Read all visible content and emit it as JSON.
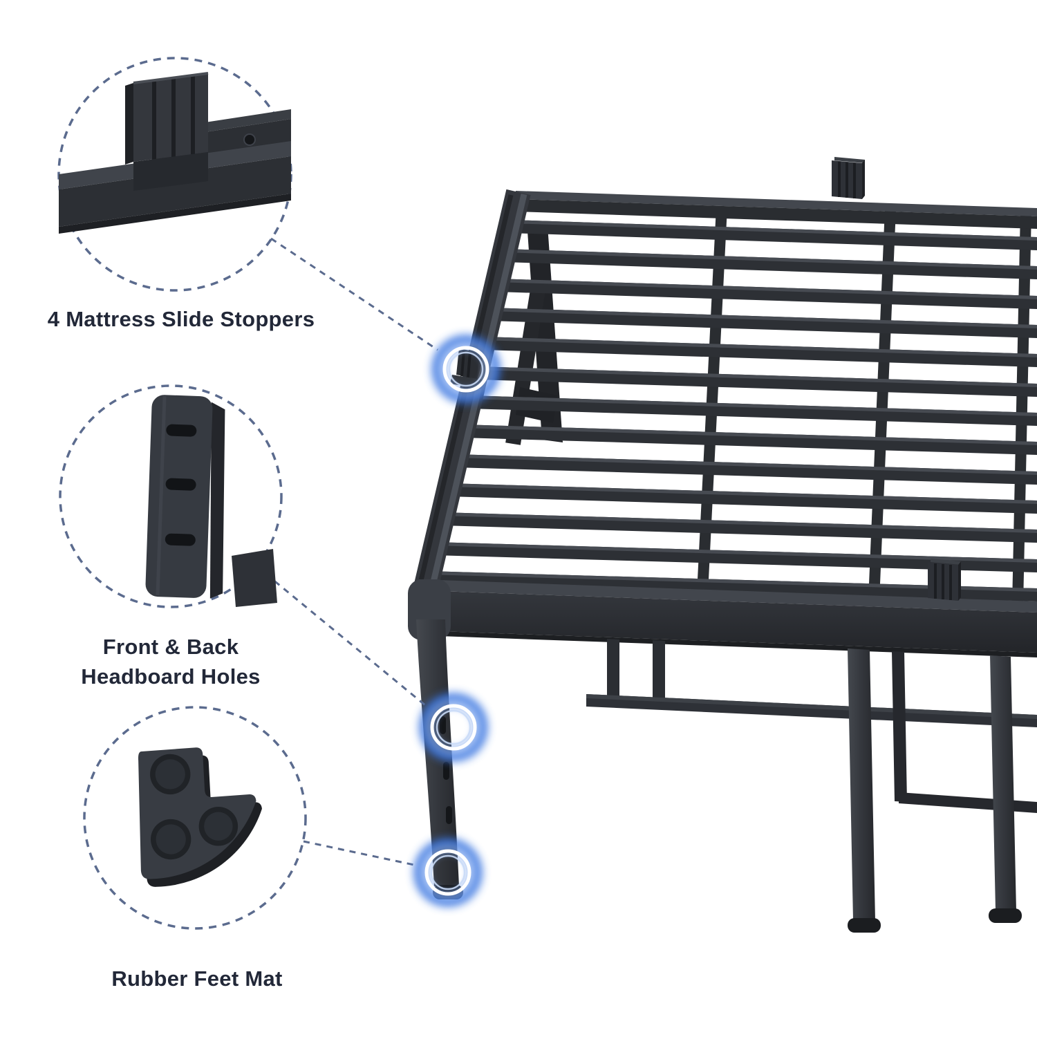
{
  "page": {
    "type": "product-feature-diagram",
    "subject": "metal-platform-bed-frame",
    "background": "#ffffff"
  },
  "callouts": [
    {
      "id": "mattress-slide-stoppers",
      "label": "4 Mattress Slide Stoppers",
      "icon": "slide-stopper-bracket-icon"
    },
    {
      "id": "headboard-holes",
      "label_line1": "Front & Back",
      "label_line2": "Headboard Holes",
      "icon": "headboard-bracket-plate-icon"
    },
    {
      "id": "rubber-feet-mat",
      "label": "Rubber Feet Mat",
      "icon": "rubber-foot-pad-icon"
    }
  ],
  "highlights": [
    {
      "id": "highlight-slide-stopper",
      "target": "left rail slide stopper"
    },
    {
      "id": "highlight-headboard-holes",
      "target": "front leg bracket holes"
    },
    {
      "id": "highlight-rubber-foot",
      "target": "leg rubber foot"
    }
  ],
  "colors": {
    "callout_dash": "#5b6b8e",
    "glow_blue": "#3b76e0",
    "glow_light": "#8db1f0",
    "metal_dark": "#26282c",
    "metal_mid": "#33363c",
    "metal_light": "#4a4e55",
    "text": "#222838"
  }
}
